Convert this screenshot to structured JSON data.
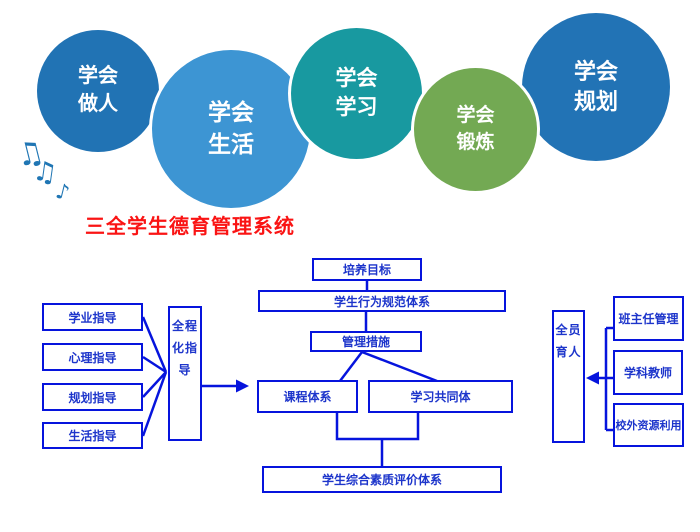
{
  "page": {
    "background": "#ffffff"
  },
  "hero": {
    "circles": [
      {
        "line1": "学会",
        "line2": "做人",
        "color": "#2173B4"
      },
      {
        "line1": "学会",
        "line2": "生活",
        "color": "#3D95D3"
      },
      {
        "line1": "学会",
        "line2": "学习",
        "color": "#1899A0"
      },
      {
        "line1": "学会",
        "line2": "锻炼",
        "color": "#73A953"
      },
      {
        "line1": "学会",
        "line2": "规划",
        "color": "#2273B5"
      }
    ],
    "music_icon": {
      "color": "#2076B4",
      "glyphs": [
        "♫",
        "♫",
        "♪"
      ]
    },
    "title": {
      "text": "三全学生德育管理系统",
      "color": "#FA1414"
    }
  },
  "flowchart": {
    "line_color": "#0614DD",
    "text_color": "#1D35CB",
    "center": {
      "goal": "培养目标",
      "behavior_system": "学生行为规范体系",
      "management": "管理措施",
      "curriculum": "课程体系",
      "learning_community": "学习共同体",
      "evaluation_system": "学生综合素质评价体系"
    },
    "left": {
      "items": [
        "学业指导",
        "心理指导",
        "规划指导",
        "生活指导"
      ],
      "vertical_label": "全程化指导"
    },
    "right": {
      "vertical_label": "全员育人",
      "items": [
        "班主任管理",
        "学科教师",
        "校外资源利用"
      ]
    }
  }
}
